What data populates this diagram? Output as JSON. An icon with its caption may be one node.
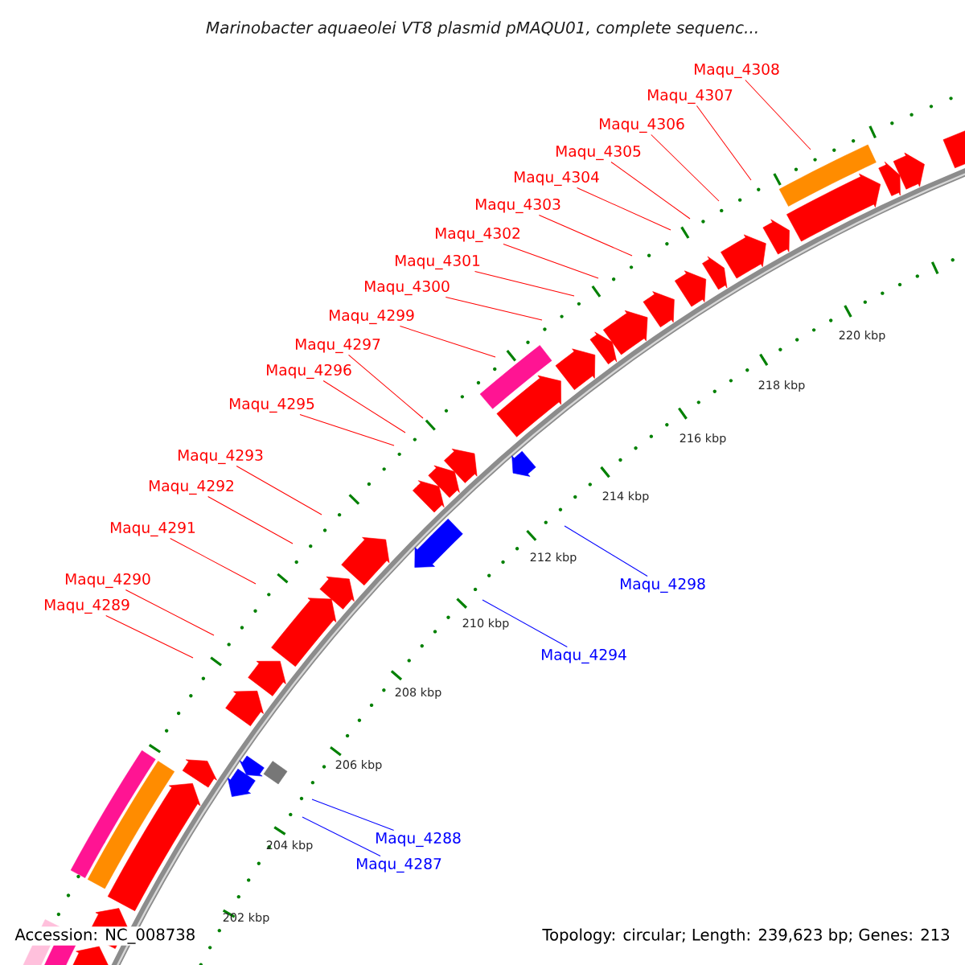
{
  "diagram": {
    "title": "Marinobacter aquaeolei VT8 plasmid pMAQU01, complete sequenc...",
    "nodes": [
      {
        "text": [
          "Maqu_4308"
        ]
      },
      {
        "text": [
          "Maqu_4307"
        ]
      },
      {
        "text": [
          "Maqu_4306"
        ]
      },
      {
        "text": [
          "Maqu_4305"
        ]
      },
      {
        "text": [
          "Maqu_4304"
        ]
      },
      {
        "text": [
          "Maqu_4303"
        ]
      },
      {
        "text": [
          "Maqu_4302"
        ]
      },
      {
        "text": [
          "Maqu_4301"
        ]
      },
      {
        "text": [
          "Maqu_4300"
        ]
      },
      {
        "text": [
          "Maqu_4299"
        ]
      },
      {
        "text": [
          "Maqu_4297"
        ]
      },
      {
        "text": [
          "Maqu_4296"
        ]
      },
      {
        "text": [
          "Maqu_4295"
        ]
      },
      {
        "text": [
          "Maqu_4293"
        ]
      },
      {
        "text": [
          "Maqu_4292"
        ]
      },
      {
        "text": [
          "Maqu_4291"
        ]
      },
      {
        "text": [
          "Maqu_4290"
        ]
      },
      {
        "text": [
          "Maqu_4298"
        ]
      },
      {
        "text": [
          "Maqu_4289"
        ]
      },
      {
        "text": [
          "Maqu_4294"
        ]
      },
      {
        "text": [
          "Maqu_4288"
        ]
      },
      {
        "text": [
          "Maqu_4287"
        ]
      }
    ],
    "edges": [
      {
        "from": 0,
        "to": null,
        "arrow": "none"
      },
      {
        "from": 1,
        "to": null,
        "arrow": "none"
      },
      {
        "from": 2,
        "to": null,
        "arrow": "none"
      },
      {
        "from": 3,
        "to": null,
        "arrow": "none"
      },
      {
        "from": 4,
        "to": null,
        "arrow": "none"
      },
      {
        "from": 5,
        "to": null,
        "arrow": "none"
      },
      {
        "from": 6,
        "to": null,
        "arrow": "none"
      },
      {
        "from": 7,
        "to": null,
        "arrow": "none"
      },
      {
        "from": 8,
        "to": null,
        "arrow": "none"
      },
      {
        "from": 9,
        "to": null,
        "arrow": "none"
      },
      {
        "from": 10,
        "to": null,
        "arrow": "none"
      },
      {
        "from": 11,
        "to": null,
        "arrow": "none"
      },
      {
        "from": 12,
        "to": null,
        "arrow": "none"
      },
      {
        "from": 13,
        "to": null,
        "arrow": "none"
      },
      {
        "from": 14,
        "to": null,
        "arrow": "none"
      },
      {
        "from": 15,
        "to": null,
        "arrow": "none"
      },
      {
        "from": 16,
        "to": null,
        "arrow": "none"
      },
      {
        "from": 17,
        "to": null,
        "arrow": "none",
        "color": "#0000ff"
      },
      {
        "from": 18,
        "to": null,
        "arrow": "none"
      },
      {
        "from": 19,
        "to": null,
        "arrow": "none",
        "color": "#0000ff"
      },
      {
        "from": 20,
        "to": null,
        "arrow": "none",
        "color": "#0000ff"
      },
      {
        "from": 21,
        "to": null,
        "arrow": "none",
        "color": "#0000ff"
      }
    ],
    "labels": [
      "220 kbp",
      "218 kbp",
      "216 kbp",
      "214 kbp",
      "212 kbp",
      "210 kbp",
      "208 kbp",
      "206 kbp",
      "204 kbp",
      "202 kbp",
      "Accession: NC_008738",
      "Topology: circular; Length: 239,623 bp; Genes: 213"
    ]
  }
}
